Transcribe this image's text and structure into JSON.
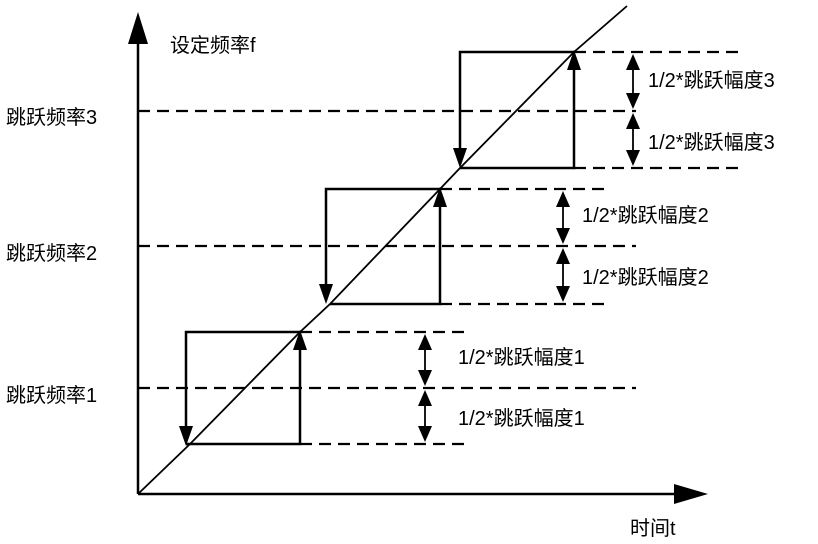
{
  "axes": {
    "y_label": "设定频率f",
    "x_label": "时间t"
  },
  "skip_frequencies": [
    {
      "label": "跳跃频率3",
      "upper_width_label": "1/2*跳跃幅度3",
      "lower_width_label": "1/2*跳跃幅度3"
    },
    {
      "label": "跳跃频率2",
      "upper_width_label": "1/2*跳跃幅度2",
      "lower_width_label": "1/2*跳跃幅度2"
    },
    {
      "label": "跳跃频率1",
      "upper_width_label": "1/2*跳跃幅度1",
      "lower_width_label": "1/2*跳跃幅度1"
    }
  ]
}
